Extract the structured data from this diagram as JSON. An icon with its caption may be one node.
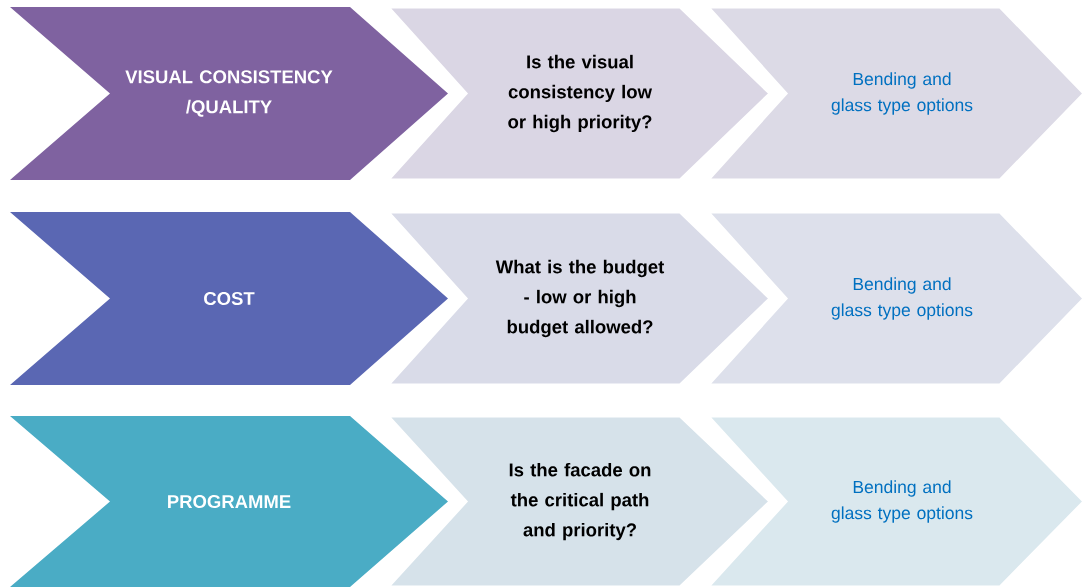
{
  "diagram": {
    "nodes": [
      {
        "text": [
          "VISUAL CONSISTENCY /QUALITY"
        ]
      },
      {
        "text": [
          "Is the visual consistency low or high priority?"
        ]
      },
      {
        "text": [
          "Bending and glass type options"
        ]
      },
      {
        "text": [
          "COST"
        ]
      },
      {
        "text": [
          "What is the budget - low or high budget allowed?"
        ]
      },
      {
        "text": [
          "Bending and glass type options"
        ]
      },
      {
        "text": [
          "PROGRAMME"
        ]
      },
      {
        "text": [
          "Is the facade on the critical path and priority?"
        ]
      },
      {
        "text": [
          "Bending and glass type options"
        ]
      }
    ]
  }
}
